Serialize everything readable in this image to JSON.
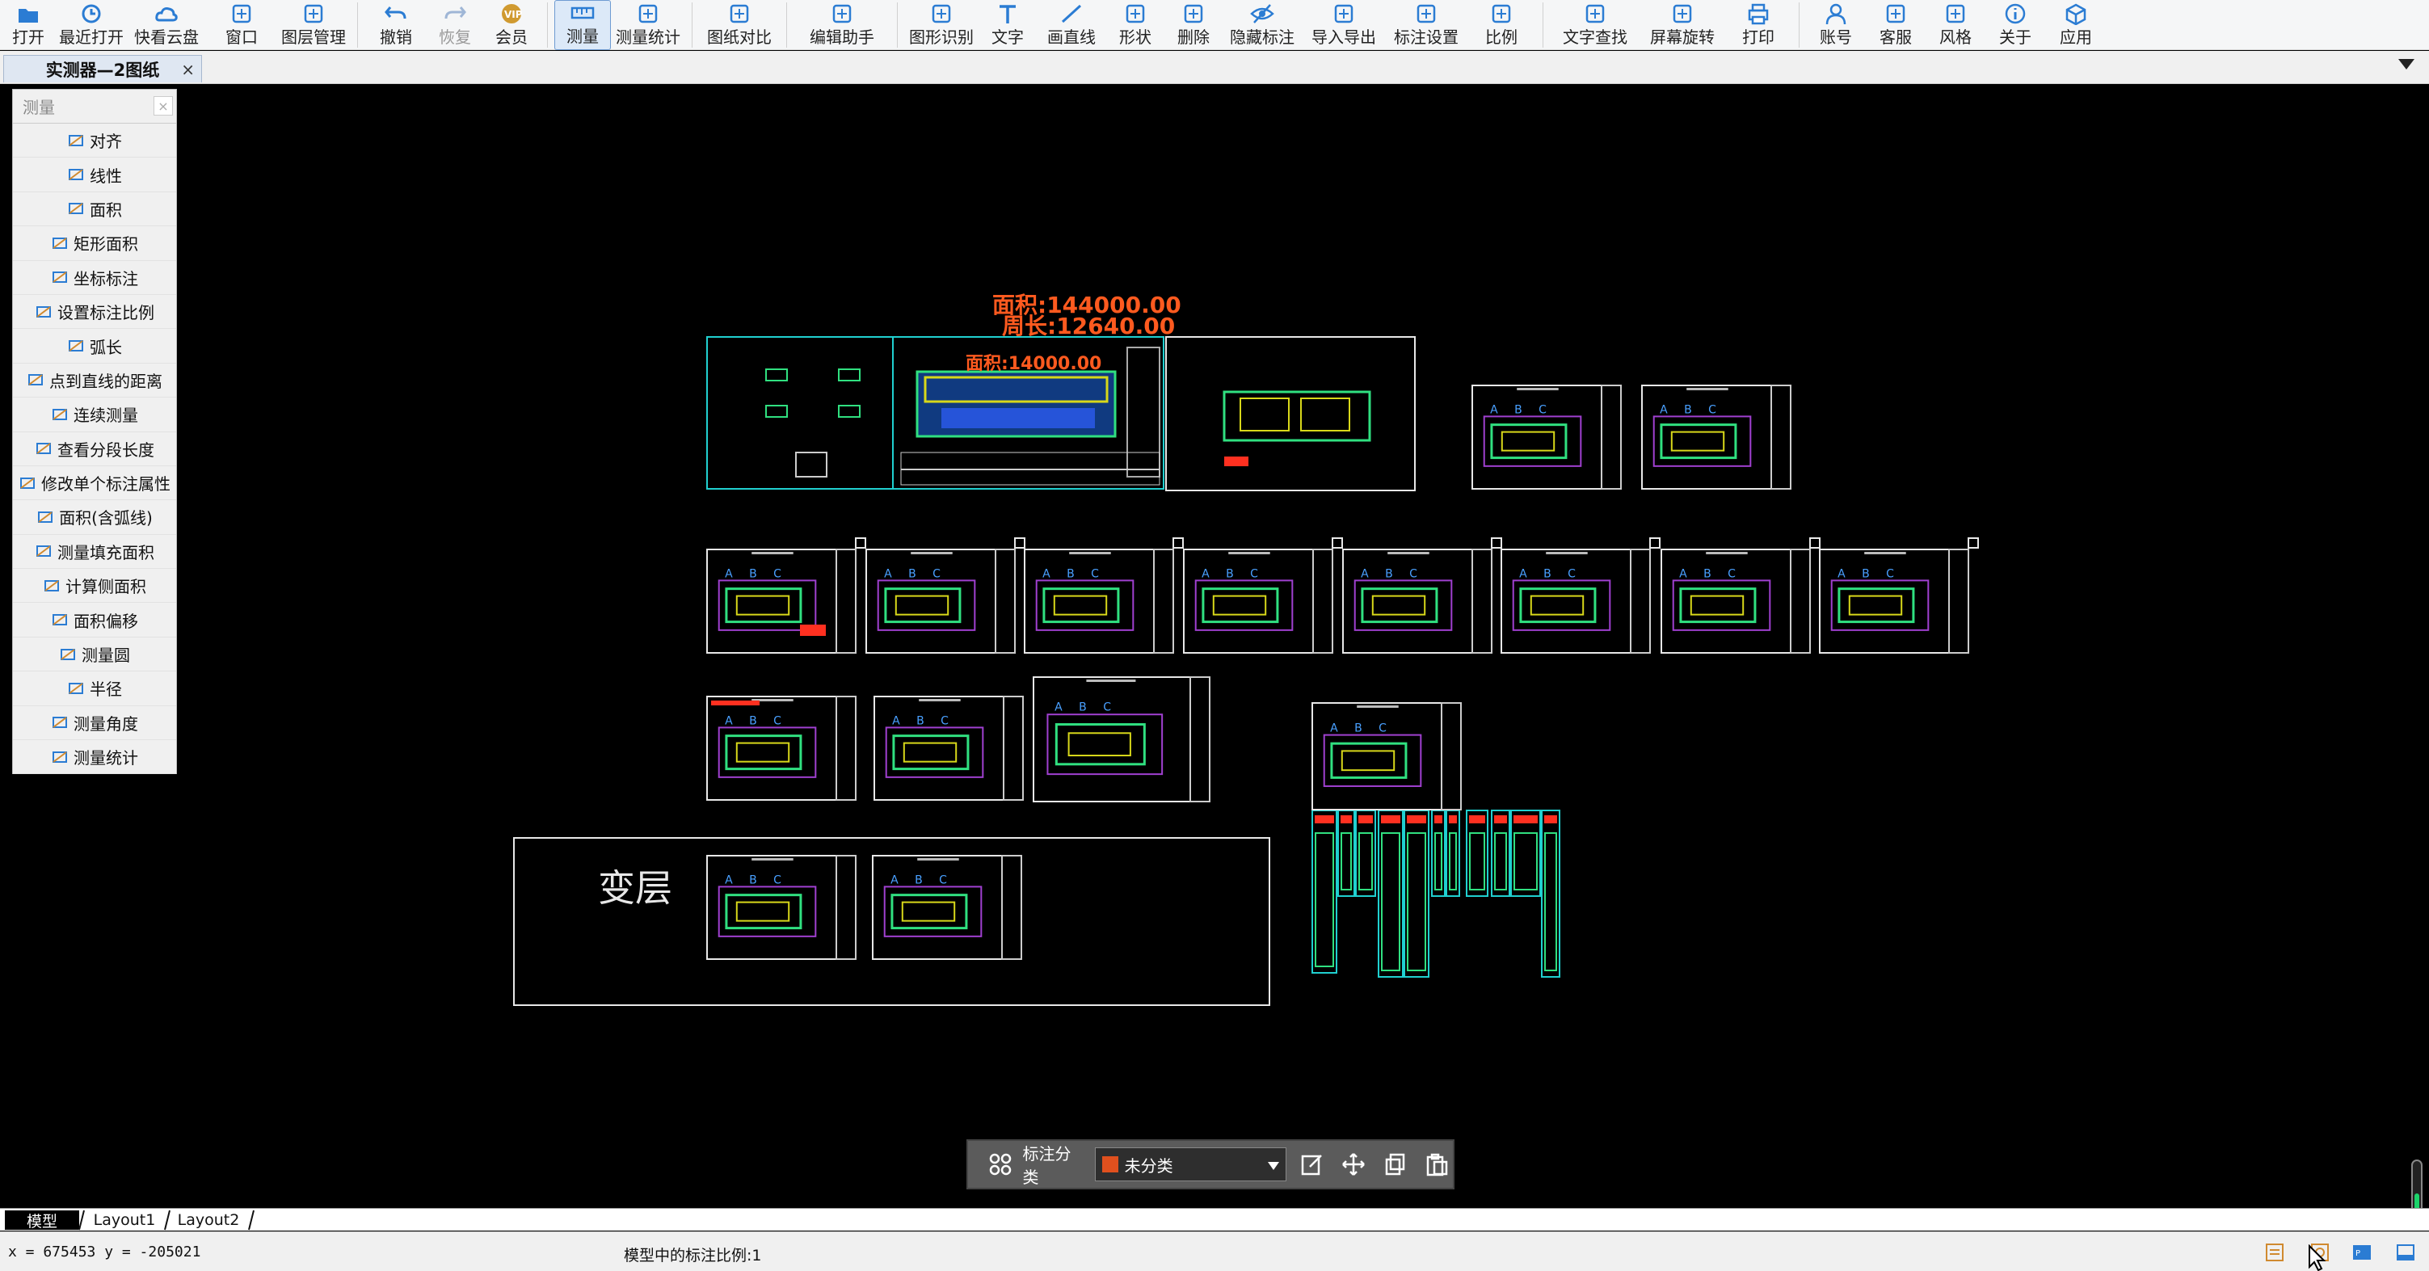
{
  "toolbar": {
    "items": [
      {
        "id": "open",
        "label": "打开",
        "icon": "folder-icon"
      },
      {
        "id": "recent",
        "label": "最近打开",
        "icon": "clock-icon"
      },
      {
        "id": "cloud",
        "label": "快看云盘",
        "icon": "cloud-icon"
      },
      {
        "id": "window",
        "label": "窗口",
        "icon": "window-icon"
      },
      {
        "id": "layers",
        "label": "图层管理",
        "icon": "layers-icon"
      },
      {
        "id": "undo",
        "label": "撤销",
        "icon": "undo-icon"
      },
      {
        "id": "redo",
        "label": "恢复",
        "icon": "redo-icon",
        "disabled": true
      },
      {
        "id": "vip",
        "label": "会员",
        "icon": "vip-icon",
        "vip": true
      },
      {
        "id": "measure",
        "label": "测量",
        "icon": "ruler-icon",
        "active": true
      },
      {
        "id": "measure-stats",
        "label": "测量统计",
        "icon": "stats-icon"
      },
      {
        "id": "compare",
        "label": "图纸对比",
        "icon": "compare-icon"
      },
      {
        "id": "assistant",
        "label": "编辑助手",
        "icon": "assistant-icon"
      },
      {
        "id": "recognize",
        "label": "图形识别",
        "icon": "recognize-icon"
      },
      {
        "id": "text",
        "label": "文字",
        "icon": "text-icon"
      },
      {
        "id": "line",
        "label": "画直线",
        "icon": "line-icon"
      },
      {
        "id": "shape",
        "label": "形状",
        "icon": "shape-icon"
      },
      {
        "id": "delete",
        "label": "删除",
        "icon": "eraser-icon"
      },
      {
        "id": "hide",
        "label": "隐藏标注",
        "icon": "eye-icon"
      },
      {
        "id": "export",
        "label": "导入导出",
        "icon": "export-icon"
      },
      {
        "id": "anno-settings",
        "label": "标注设置",
        "icon": "settings-icon"
      },
      {
        "id": "ratio",
        "label": "比例",
        "icon": "ratio-icon"
      },
      {
        "id": "find",
        "label": "文字查找",
        "icon": "find-icon"
      },
      {
        "id": "rotate",
        "label": "屏幕旋转",
        "icon": "rotate-icon"
      },
      {
        "id": "print",
        "label": "打印",
        "icon": "printer-icon"
      },
      {
        "id": "account",
        "label": "账号",
        "icon": "user-icon"
      },
      {
        "id": "support",
        "label": "客服",
        "icon": "headset-icon"
      },
      {
        "id": "style",
        "label": "风格",
        "icon": "style-icon"
      },
      {
        "id": "about",
        "label": "关于",
        "icon": "info-icon"
      },
      {
        "id": "apps",
        "label": "应用",
        "icon": "cube-icon"
      }
    ]
  },
  "document_tab": {
    "title": "实测器—2图纸",
    "close": "×"
  },
  "measure_panel": {
    "title": "测量",
    "close": "×",
    "items": [
      {
        "label": "对齐",
        "icon": "align-icon"
      },
      {
        "label": "线性",
        "icon": "linear-icon"
      },
      {
        "label": "面积",
        "icon": "area-icon"
      },
      {
        "label": "矩形面积",
        "icon": "rect-area-icon"
      },
      {
        "label": "坐标标注",
        "icon": "coordinate-icon"
      },
      {
        "label": "设置标注比例",
        "icon": "scale-icon"
      },
      {
        "label": "弧长",
        "icon": "arc-icon"
      },
      {
        "label": "点到直线的距离",
        "icon": "point-line-icon"
      },
      {
        "label": "连续测量",
        "icon": "continuous-icon"
      },
      {
        "label": "查看分段长度",
        "icon": "segment-icon"
      },
      {
        "label": "修改单个标注属性",
        "icon": "edit-anno-icon"
      },
      {
        "label": "面积(含弧线)",
        "icon": "arc-area-icon"
      },
      {
        "label": "测量填充面积",
        "icon": "fill-area-icon"
      },
      {
        "label": "计算侧面积",
        "icon": "side-area-icon"
      },
      {
        "label": "面积偏移",
        "icon": "offset-icon"
      },
      {
        "label": "测量圆",
        "icon": "circle-icon"
      },
      {
        "label": "半径",
        "icon": "radius-icon"
      },
      {
        "label": "测量角度",
        "icon": "angle-icon"
      },
      {
        "label": "测量统计",
        "icon": "stats-icon"
      }
    ]
  },
  "drawing": {
    "area_label_1": "面积:144000.00",
    "area_label_2": "周长:12640.00",
    "area_label_small": "面积:14000.00",
    "floor_text": "变层",
    "grid_letters": "A B C"
  },
  "annotation_bar": {
    "category_label": "标注分类",
    "category_value": "未分类",
    "category_color": "#e0501e"
  },
  "layout_tabs": [
    {
      "label": "模型",
      "active": true
    },
    {
      "label": "Layout1"
    },
    {
      "label": "Layout2"
    }
  ],
  "status": {
    "coordinates": "x = 675453  y = -205021",
    "scale_text": "模型中的标注比例:1"
  },
  "colors": {
    "accent": "#2b7cd3",
    "canvas": "#000000",
    "highlight": "#ff5a1f"
  }
}
